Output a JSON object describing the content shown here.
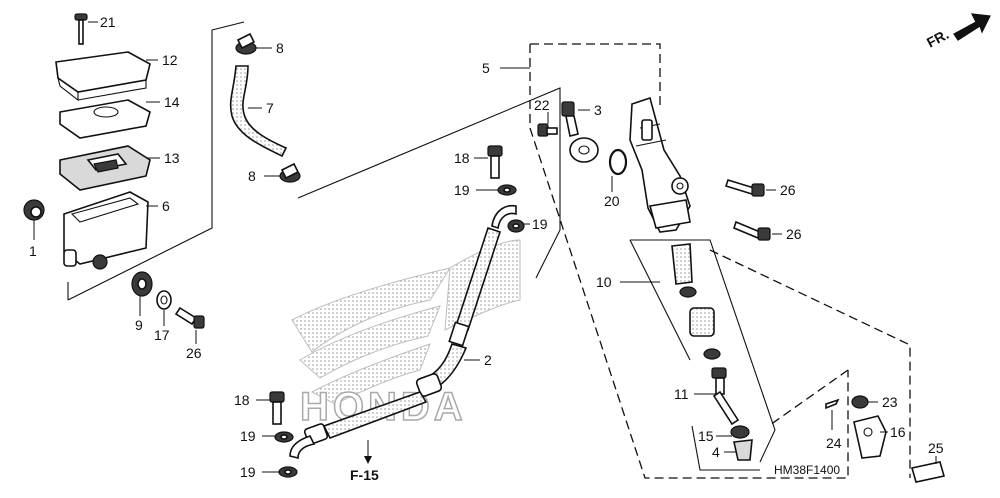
{
  "diagram": {
    "direction_tag": "FR.",
    "reference_tag": "F-15",
    "diagram_code": "HM38F1400",
    "logo_text": "HONDA",
    "labels": {
      "p1": "1",
      "p2": "2",
      "p3": "3",
      "p4": "4",
      "p5": "5",
      "p6": "6",
      "p7": "7",
      "p8a": "8",
      "p8b": "8",
      "p9": "9",
      "p10": "10",
      "p11": "11",
      "p12": "12",
      "p13": "13",
      "p14": "14",
      "p15": "15",
      "p16": "16",
      "p17": "17",
      "p18a": "18",
      "p18b": "18",
      "p19a": "19",
      "p19b": "19",
      "p19c": "19",
      "p19d": "19",
      "p20": "20",
      "p21": "21",
      "p22": "22",
      "p23": "23",
      "p24": "24",
      "p25": "25",
      "p26a": "26",
      "p26b": "26",
      "p26c": "26"
    }
  }
}
